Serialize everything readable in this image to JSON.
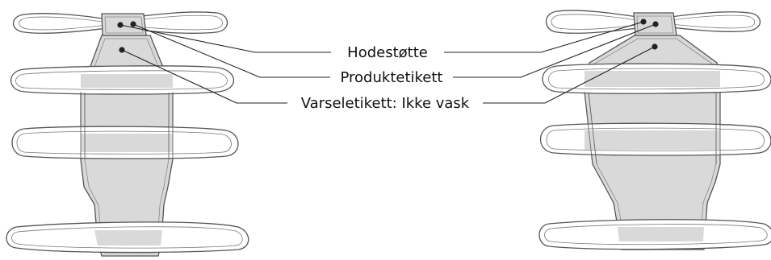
{
  "labels": {
    "head_support": "Hodestøtte",
    "product_label": "Produktetikett",
    "warning_label": "Varseletikett: Ikke vask"
  },
  "colors": {
    "board_fill": "#d9d9d9",
    "strap_fill": "#ffffff",
    "outline": "#555555",
    "leader_line": "#222222"
  }
}
